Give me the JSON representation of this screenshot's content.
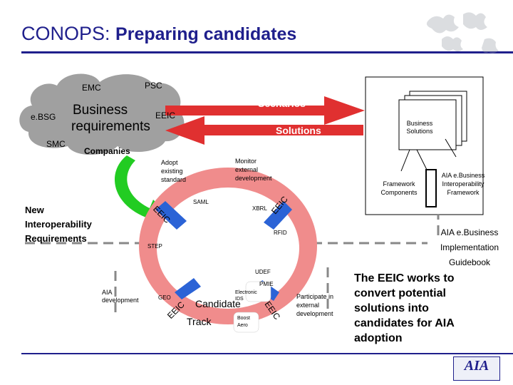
{
  "title": {
    "prefix": "CONOPS:",
    "main": "Preparing candidates"
  },
  "cloud": {
    "emc": "EMC",
    "psc": "PSC",
    "ebsg": "e.BSG",
    "smc": "SMC",
    "business_requirements_1": "Business",
    "business_requirements_2": "requirements",
    "eeic": "EEIC",
    "companies": "Companies"
  },
  "arrows": {
    "scenarios": "Scenarios",
    "solutions": "Solutions"
  },
  "right_panel": {
    "business_solutions_1": "Business",
    "business_solutions_2": "Solutions",
    "framework_components_1": "Framework",
    "framework_components_2": "Components",
    "aia_framework_1": "AIA e.Business",
    "aia_framework_2": "Interoperability",
    "aia_framework_3": "Framework"
  },
  "labels": {
    "adopt_1": "Adopt",
    "adopt_2": "existing",
    "adopt_3": "standard",
    "monitor_1": "Monitor",
    "monitor_2": "external",
    "monitor_3": "development",
    "new_interop_1": "New",
    "new_interop_2": "Interoperability",
    "new_interop_3": "Requirements",
    "aia_dev_1": "AIA",
    "aia_dev_2": "development",
    "participate_1": "Participate in",
    "participate_2": "external",
    "participate_3": "development",
    "guidebook_1": "AIA e.Business",
    "guidebook_2": "Implementation",
    "guidebook_3": "Guidebook",
    "eeic_works_1": "The EEIC works to",
    "eeic_works_2": "convert potential",
    "eeic_works_3": "solutions into",
    "eeic_works_4": "candidates for AIA",
    "eeic_works_5": "adoption"
  },
  "ring": {
    "saml": "SAML",
    "xbrl": "XBRL",
    "rfid": "RFID",
    "step": "STEP",
    "udef": "UDEF",
    "pmie": "PMIE",
    "geo": "GEO",
    "electronic": "Electronic",
    "ids": "IDS",
    "boost": "Boost",
    "aero": "Aero",
    "candidate": "Candidate",
    "track": "Track",
    "eeic": "EEIC"
  },
  "logo": {
    "text": "AIA"
  },
  "colors": {
    "title": "#1f1f8c",
    "red": "#e03030",
    "ring": "#f08c8c",
    "cloud": "#a0a0a0",
    "green": "#22cc22",
    "blue": "#2b63d6"
  }
}
